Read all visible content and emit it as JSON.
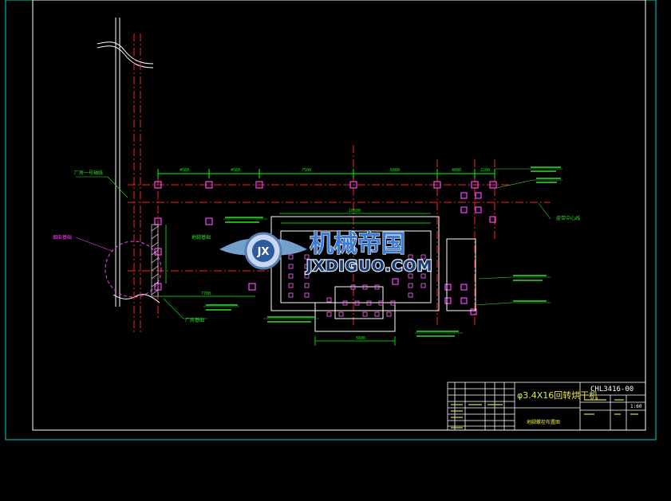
{
  "colors": {
    "background": "#000000",
    "frame": "#00d0d0",
    "border": "#ffffff",
    "axis": "#ff2020",
    "dimension": "#00ff00",
    "column": "#ff40ff",
    "label": "#30e030",
    "watermark_cn": "#3a7bd5",
    "watermark_en": "#cfe3ff"
  },
  "watermark": {
    "cn_text": "机械帝国",
    "en_text": "JXDIGUO.COM",
    "logo_icon": "gear-wings-logo-icon"
  },
  "title_block": {
    "drawing_title": "φ3.4X16回转烘干机",
    "drawing_code": "CHL3416-00",
    "scale": "1:60",
    "sheet_name": "地脚螺栓布置图"
  },
  "plan_labels": {
    "left_center_line": "厂房一号轴线",
    "center_line_right": "皮带中心线",
    "circle_label": "烟囱基础",
    "left_base_label": "地脚基础",
    "bottom_left_label": "厂房基础"
  },
  "dimensions": {
    "top_row": [
      "4560",
      "4560",
      "7500",
      "6800",
      "4080",
      "2200"
    ],
    "middle": "10600",
    "lower_left": "7780",
    "bottom": "5600"
  }
}
